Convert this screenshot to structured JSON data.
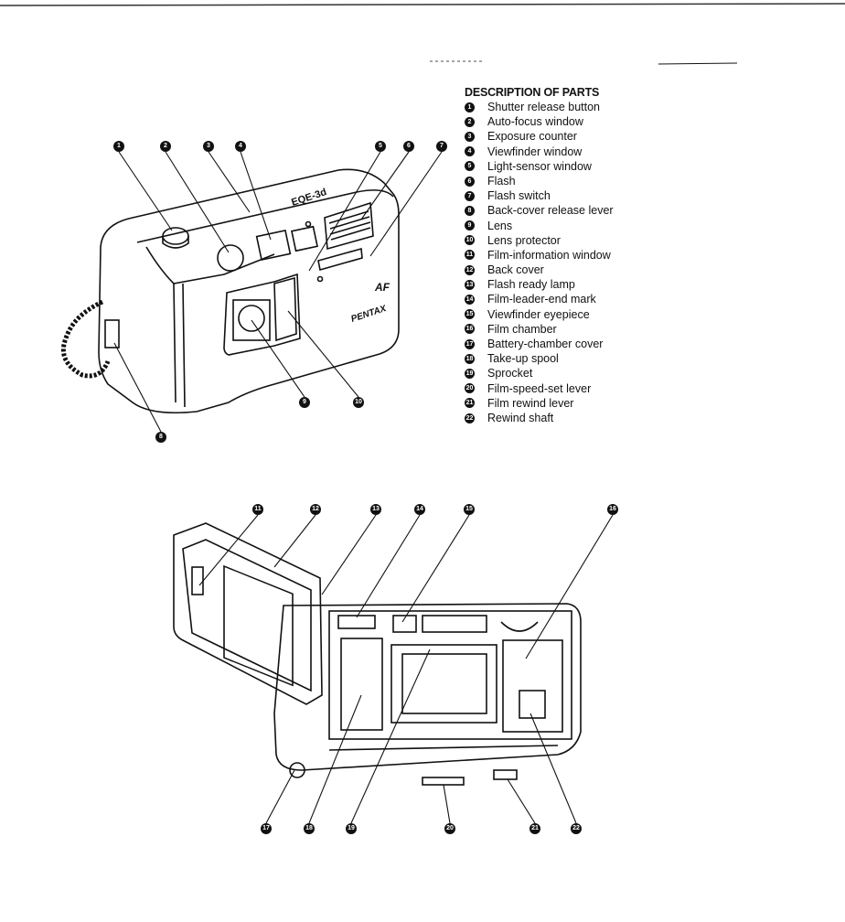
{
  "title": "DESCRIPTION OF PARTS",
  "parts": [
    {
      "n": "1",
      "label": "Shutter release button"
    },
    {
      "n": "2",
      "label": "Auto-focus window"
    },
    {
      "n": "3",
      "label": "Exposure counter"
    },
    {
      "n": "4",
      "label": "Viewfinder window"
    },
    {
      "n": "5",
      "label": "Light-sensor window"
    },
    {
      "n": "6",
      "label": "Flash"
    },
    {
      "n": "7",
      "label": "Flash switch"
    },
    {
      "n": "8",
      "label": "Back-cover release lever"
    },
    {
      "n": "9",
      "label": "Lens"
    },
    {
      "n": "10",
      "label": "Lens protector"
    },
    {
      "n": "11",
      "label": "Film-information window"
    },
    {
      "n": "12",
      "label": "Back cover"
    },
    {
      "n": "13",
      "label": "Flash ready lamp"
    },
    {
      "n": "14",
      "label": "Film-leader-end mark"
    },
    {
      "n": "15",
      "label": "Viewfinder eyepiece"
    },
    {
      "n": "16",
      "label": "Film chamber"
    },
    {
      "n": "17",
      "label": "Battery-chamber cover"
    },
    {
      "n": "18",
      "label": "Take-up spool"
    },
    {
      "n": "19",
      "label": "Sprocket"
    },
    {
      "n": "20",
      "label": "Film-speed-set lever"
    },
    {
      "n": "21",
      "label": "Film rewind lever"
    },
    {
      "n": "22",
      "label": "Rewind shaft"
    }
  ],
  "logo": {
    "brand": "PENTAX",
    "af": "AF"
  }
}
